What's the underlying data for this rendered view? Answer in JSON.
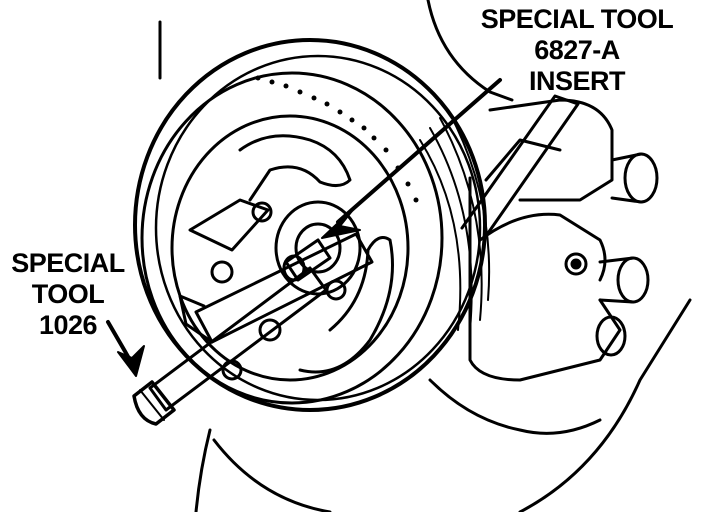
{
  "callouts": {
    "insert": {
      "line1": "SPECIAL TOOL",
      "line2": "6827-A",
      "line3": "INSERT"
    },
    "puller": {
      "line1": "SPECIAL",
      "line2": "TOOL",
      "line3": "1026"
    }
  },
  "colors": {
    "ink": "#000000",
    "paper": "#ffffff"
  }
}
